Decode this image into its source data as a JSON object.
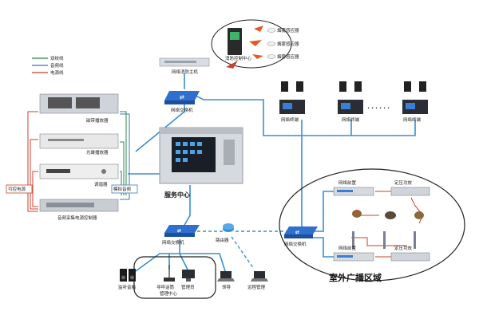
{
  "legend": {
    "items": [
      {
        "label": "双绞线",
        "color": "#2a8a4a"
      },
      {
        "label": "音频线",
        "color": "#3a78b8"
      },
      {
        "label": "电源线",
        "color": "#c8402a"
      }
    ]
  },
  "labels": {
    "fire_host": "网络消防主机",
    "fire_center": "消防控制中心",
    "smoke1": "烟雾感应器",
    "smoke2": "烟雾感应器",
    "smoke3": "烟雾感应器",
    "switch_top": "网络交换机",
    "tape": "磁带播放器",
    "cd": "光碟播放器",
    "tuner": "调谐器",
    "power_ctrl": "音频采集电源控制器",
    "ctrl_power": "可控电源",
    "analog_audio": "模拟音频",
    "service_center": "服务中心",
    "terminal1": "网络终端",
    "terminal2": "网络终端",
    "terminal3": "网络终端",
    "dots": "• • • • • •",
    "switch_mid": "网络交换机",
    "router": "路由器",
    "switch_right": "网络交换机",
    "front1": "网络前置",
    "front2": "网络前置",
    "amp1": "定压功放",
    "amp2": "定压功放",
    "outdoor": "室外广播区域",
    "speaker_pair": "监听音箱",
    "mic": "寻呼话筒",
    "admin": "管理员",
    "leader": "领导",
    "remote_mgmt": "远程管理",
    "mgmt_center": "管理中心"
  },
  "colors": {
    "network": "#3a8ed0",
    "twisted": "#2a8a4a",
    "audio": "#3a78b8",
    "power": "#c8402a"
  }
}
